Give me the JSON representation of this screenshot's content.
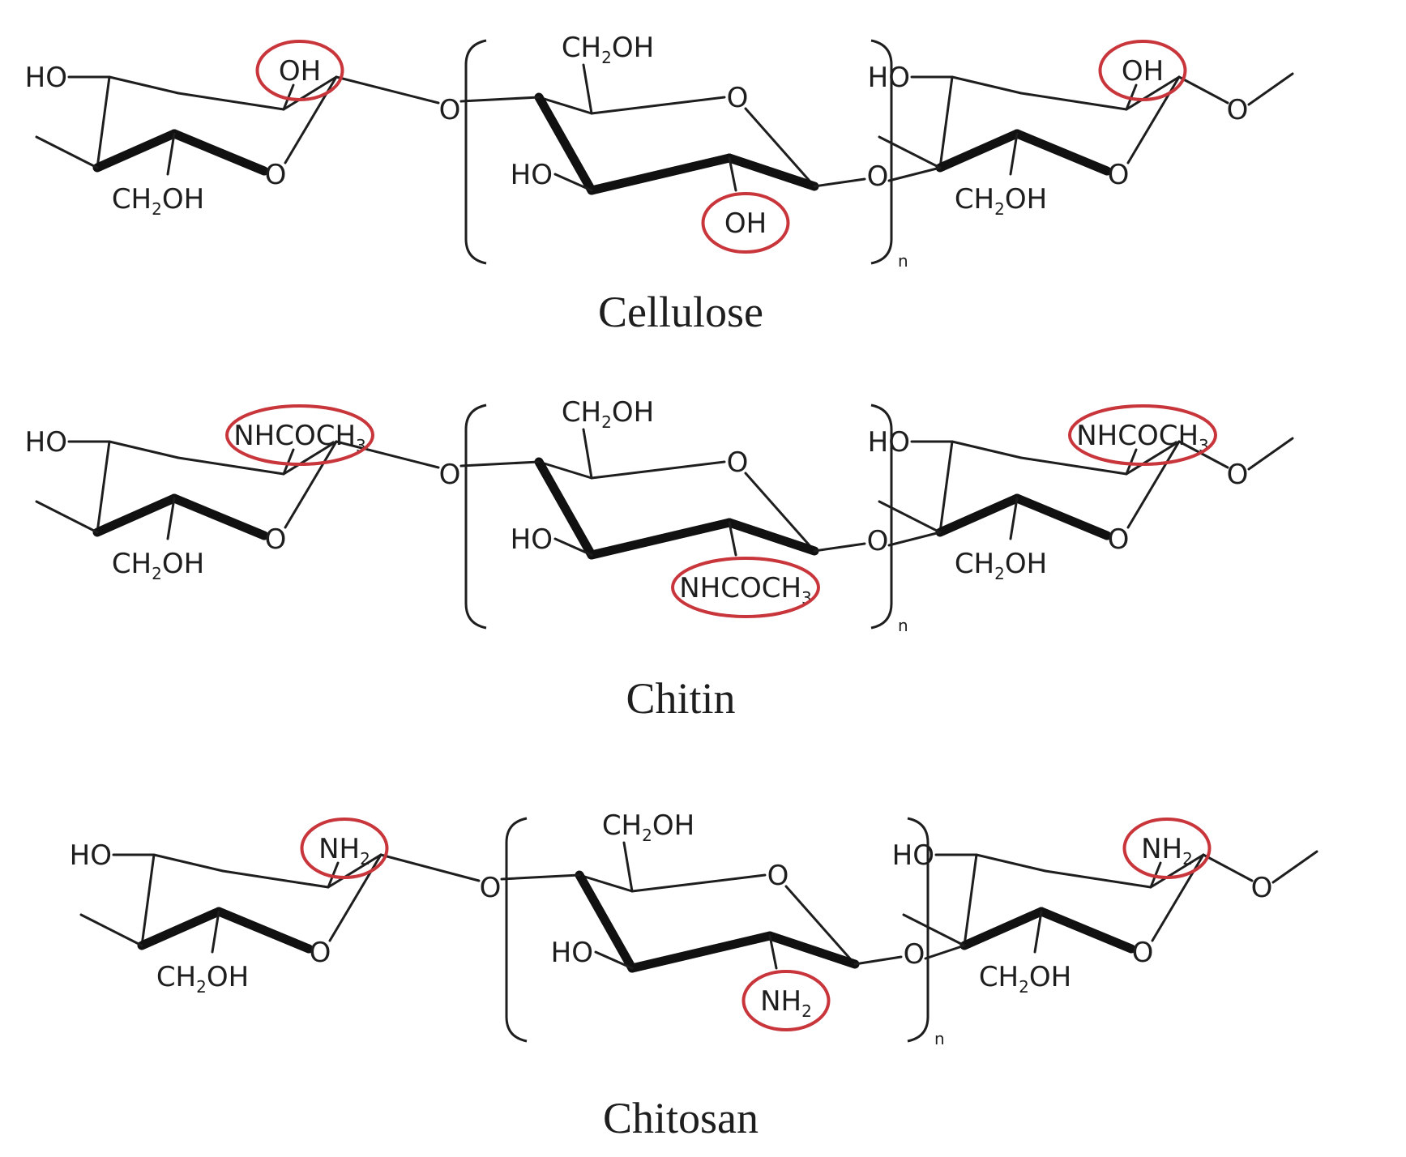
{
  "colors": {
    "ink": "#1e1e1e",
    "highlight": "#c8363c",
    "background": "#ffffff"
  },
  "repeat_index": "n",
  "panels": [
    {
      "key": "cellulose",
      "caption": "Cellulose",
      "rings": [
        {
          "left": "HO",
          "bottom": "CH₂OH",
          "sub": "OH",
          "sub_highlighted": true
        },
        {
          "top": "CH₂OH",
          "left": "HO",
          "sub": "OH",
          "sub_highlighted": true
        },
        {
          "left": "HO",
          "bottom": "CH₂OH",
          "sub": "OH",
          "sub_highlighted": true
        }
      ]
    },
    {
      "key": "chitin",
      "caption": "Chitin",
      "rings": [
        {
          "left": "HO",
          "bottom": "CH₂OH",
          "sub": "NHCOCH₃",
          "sub_highlighted": true
        },
        {
          "top": "CH₂OH",
          "left": "HO",
          "sub": "NHCOCH₃",
          "sub_highlighted": true
        },
        {
          "left": "HO",
          "bottom": "CH₂OH",
          "sub": "NHCOCH₃",
          "sub_highlighted": true
        }
      ]
    },
    {
      "key": "chitosan",
      "caption": "Chitosan",
      "rings": [
        {
          "left": "HO",
          "bottom": "CH₂OH",
          "sub": "NH₂",
          "sub_highlighted": true
        },
        {
          "top": "CH₂OH",
          "left": "HO",
          "sub": "NH₂",
          "sub_highlighted": true
        },
        {
          "left": "HO",
          "bottom": "CH₂OH",
          "sub": "NH₂",
          "sub_highlighted": true
        }
      ]
    }
  ]
}
